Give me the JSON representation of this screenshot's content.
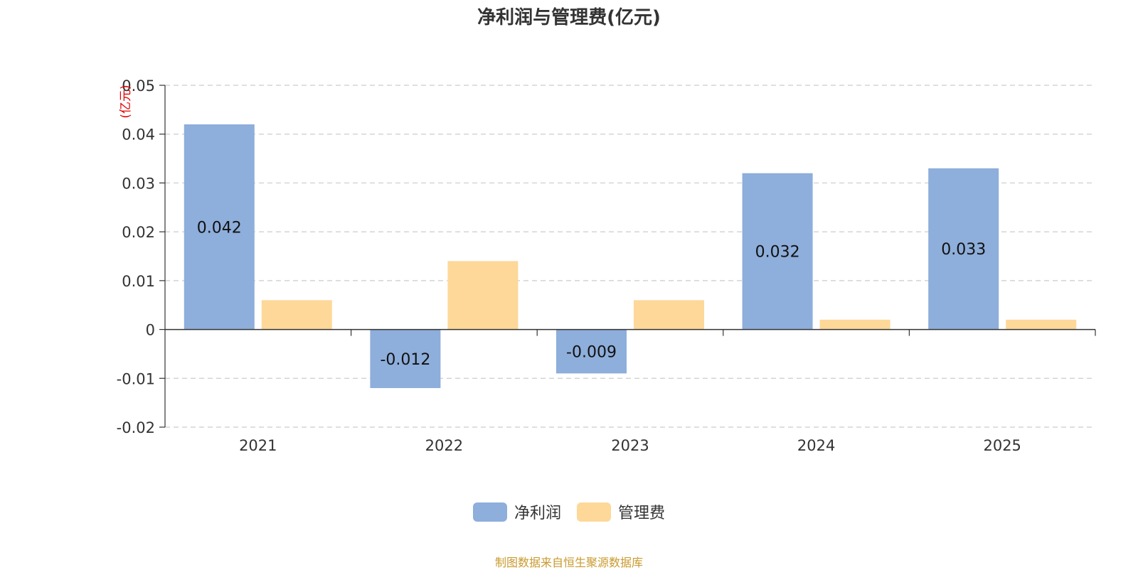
{
  "chart_data": {
    "type": "bar",
    "title": "净利润与管理费(亿元)",
    "ylabel": "(亿元)",
    "xlabel": "",
    "categories": [
      "2021",
      "2022",
      "2023",
      "2024",
      "2025"
    ],
    "series": [
      {
        "name": "净利润",
        "values": [
          0.042,
          -0.012,
          -0.009,
          0.032,
          0.033
        ],
        "data_labels": [
          "0.042",
          "-0.012",
          "-0.009",
          "0.032",
          "0.033"
        ],
        "color": "#8eaedb"
      },
      {
        "name": "管理费",
        "values": [
          0.006,
          0.014,
          0.006,
          0.002,
          0.002
        ],
        "color": "#fdd899"
      }
    ],
    "ylim": [
      -0.02,
      0.05
    ],
    "yticks": [
      -0.02,
      -0.01,
      0,
      0.01,
      0.02,
      0.03,
      0.04,
      0.05
    ],
    "ytick_labels": [
      "-0.02",
      "-0.01",
      "0",
      "0.01",
      "0.02",
      "0.03",
      "0.04",
      "0.05"
    ],
    "grid": true,
    "legend_position": "bottom-center"
  },
  "footer": {
    "source": "制图数据来自恒生聚源数据库"
  }
}
